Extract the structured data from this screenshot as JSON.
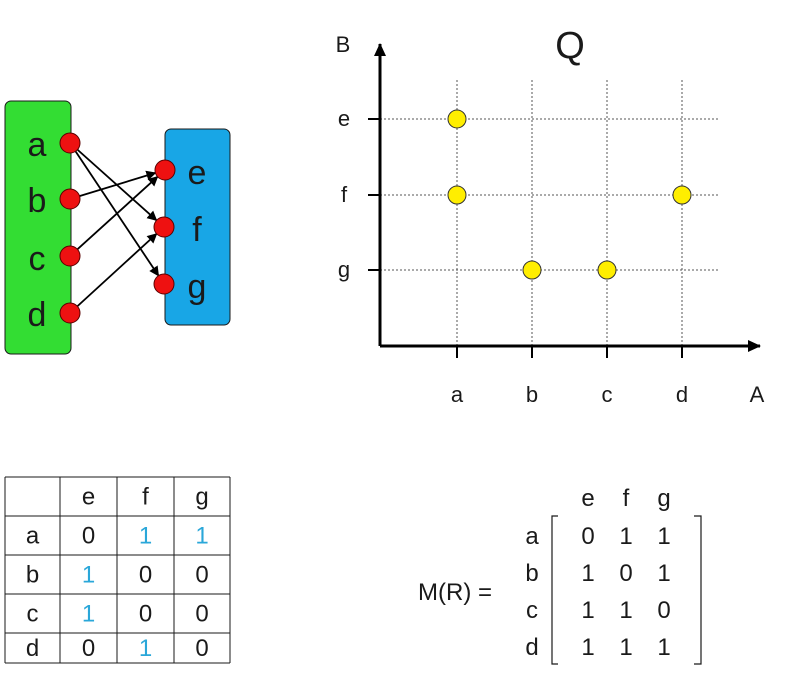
{
  "set_A": [
    "a",
    "b",
    "c",
    "d"
  ],
  "set_B": [
    "e",
    "f",
    "g"
  ],
  "arrows": [
    [
      "a",
      "f"
    ],
    [
      "a",
      "g"
    ],
    [
      "b",
      "e"
    ],
    [
      "c",
      "e"
    ],
    [
      "d",
      "f"
    ]
  ],
  "plot": {
    "title": "Q",
    "x_axis_label": "A",
    "y_axis_label": "B",
    "x_ticks": [
      "a",
      "b",
      "c",
      "d"
    ],
    "y_ticks": [
      "e",
      "f",
      "g"
    ],
    "points": [
      [
        "a",
        "e"
      ],
      [
        "a",
        "f"
      ],
      [
        "b",
        "g"
      ],
      [
        "c",
        "g"
      ],
      [
        "d",
        "f"
      ]
    ]
  },
  "table": {
    "header": [
      "",
      "e",
      "f",
      "g"
    ],
    "rows": [
      [
        "a",
        "0",
        "1",
        "1"
      ],
      [
        "b",
        "1",
        "0",
        "0"
      ],
      [
        "c",
        "1",
        "0",
        "0"
      ],
      [
        "d",
        "0",
        "1",
        "0"
      ]
    ]
  },
  "matrix": {
    "label": "M(R) =",
    "col_labels": [
      "e",
      "f",
      "g"
    ],
    "row_labels": [
      "a",
      "b",
      "c",
      "d"
    ],
    "rows": [
      [
        "0",
        "1",
        "1"
      ],
      [
        "1",
        "0",
        "1"
      ],
      [
        "1",
        "1",
        "0"
      ],
      [
        "1",
        "1",
        "1"
      ]
    ]
  },
  "colors": {
    "set_A_fill": "#33dd33",
    "set_B_fill": "#18a6e6",
    "node_fill": "#ee1111",
    "point_fill": "#ffee00",
    "highlight_text": "#2aa7d9"
  }
}
